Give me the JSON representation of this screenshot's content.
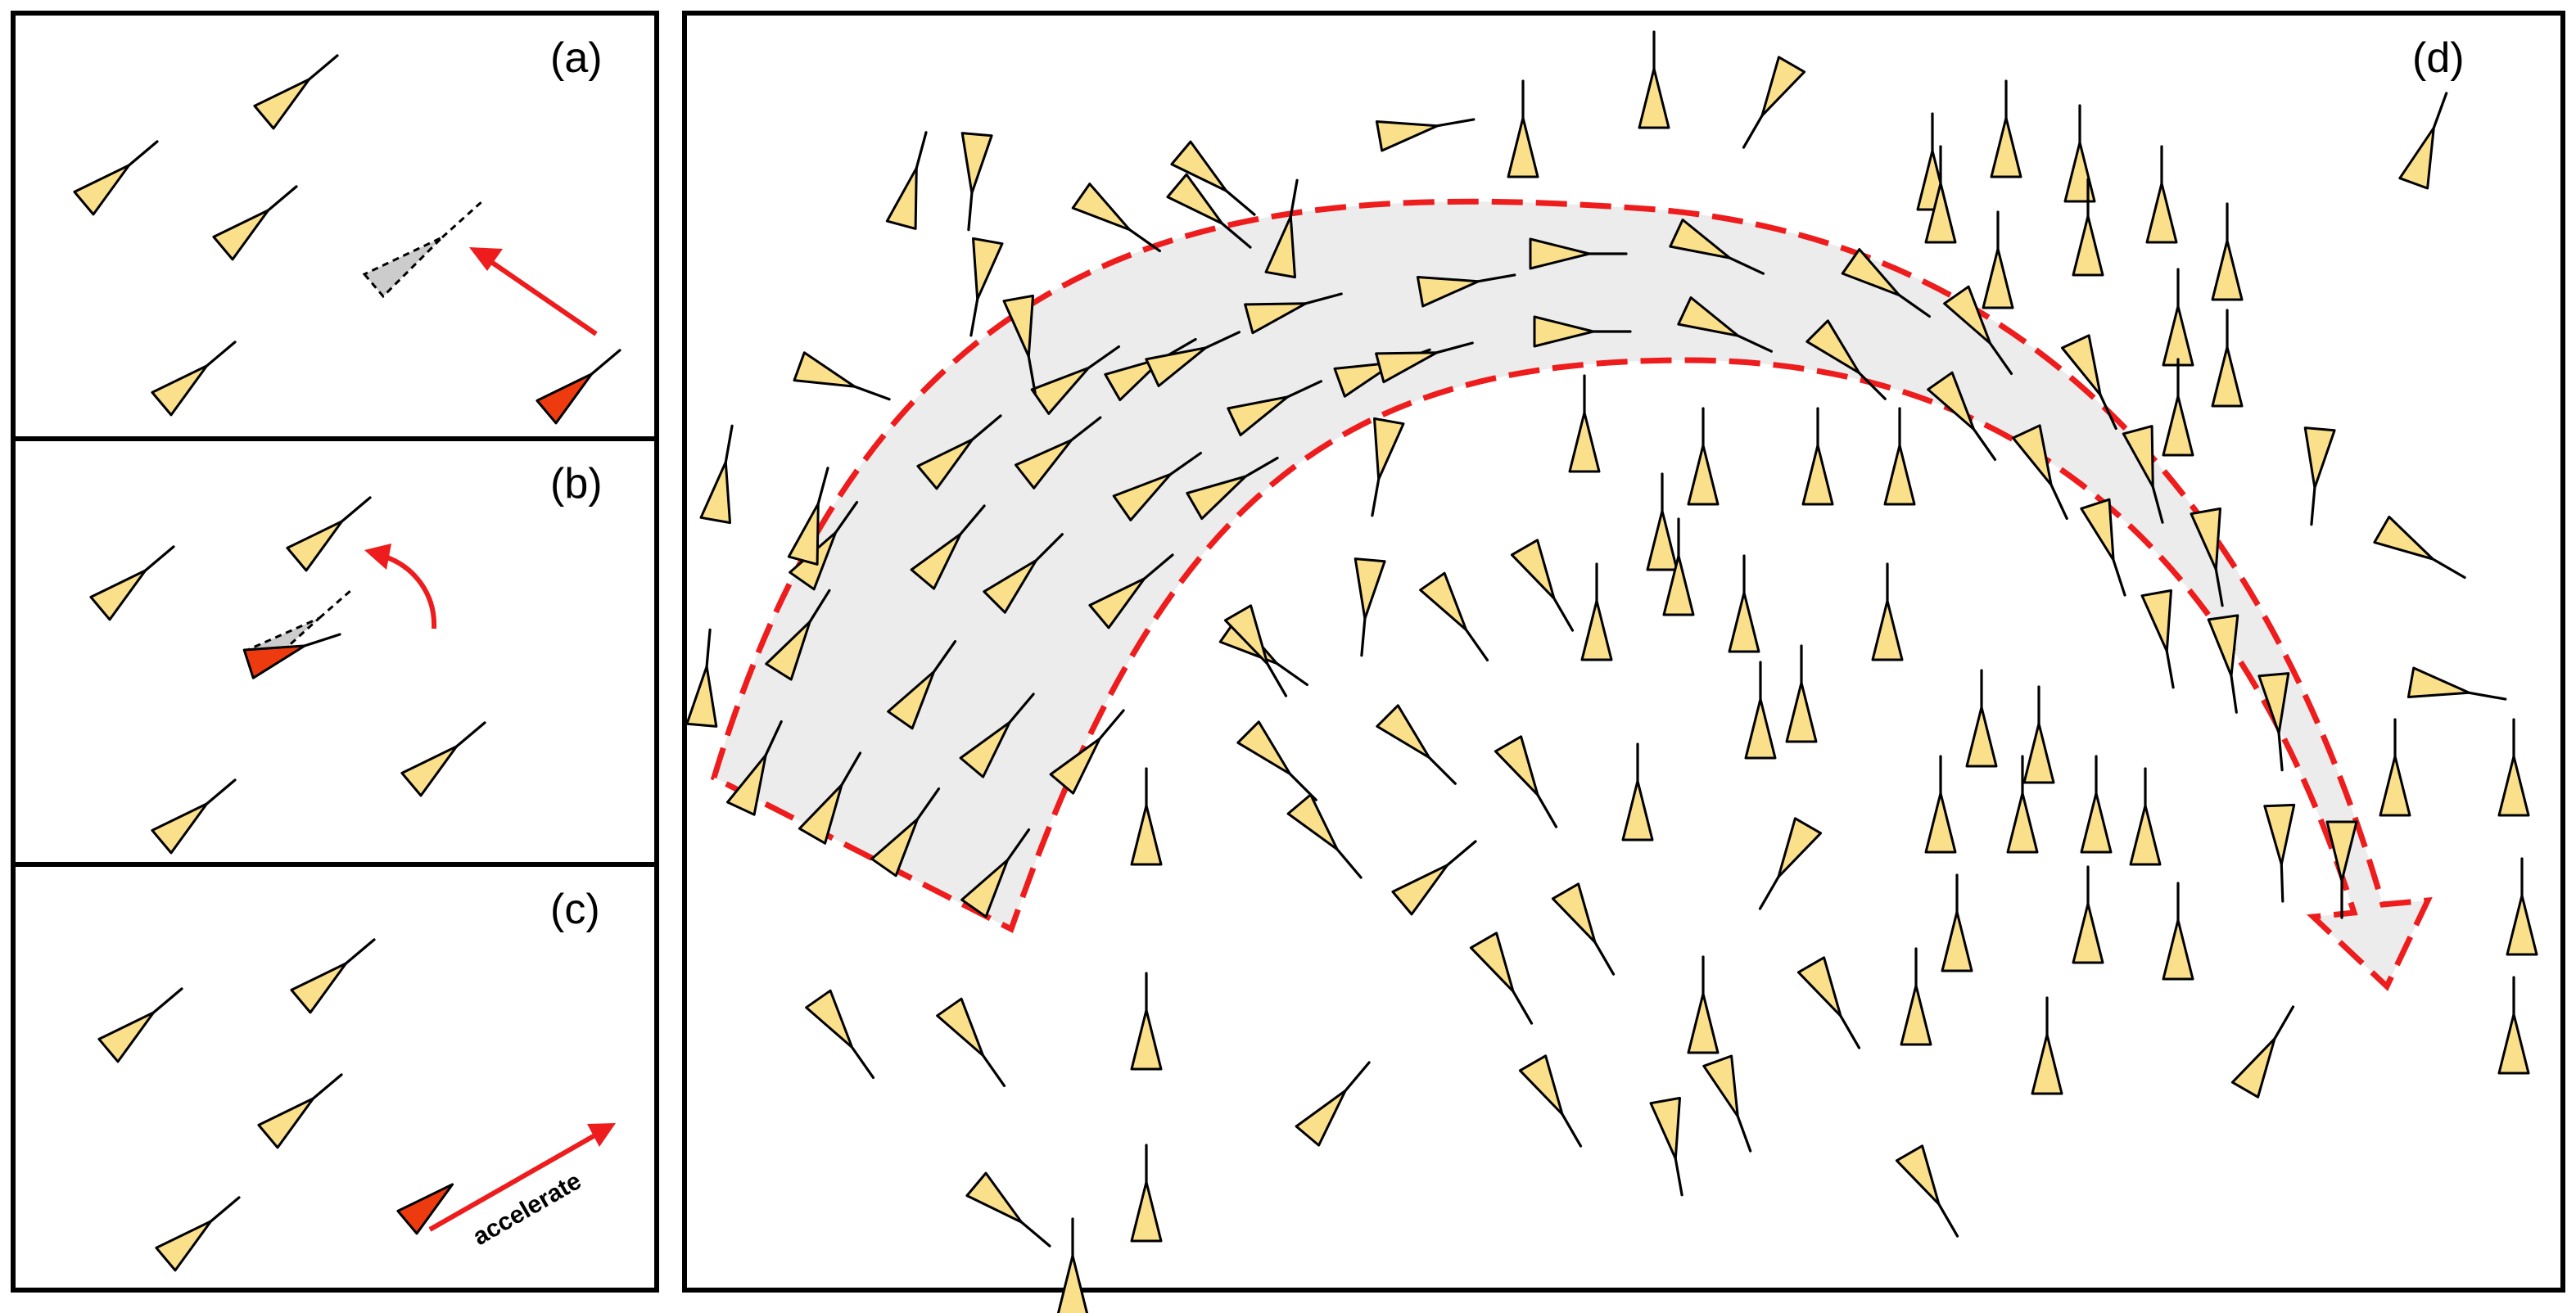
{
  "colors": {
    "agent_fill": "#fbe08c",
    "highlight_fill": "#ee3a0f",
    "ghost_fill": "#cccccc",
    "arrow": "#ee1c1c",
    "band_fill": "#ececec"
  },
  "panels": {
    "a": {
      "label": "(a)"
    },
    "b": {
      "label": "(b)"
    },
    "c": {
      "label": "(c)",
      "annotation": "accelerate"
    },
    "d": {
      "label": "(d)"
    }
  },
  "icons": {
    "agent": "tailed-triangle",
    "move_arrow": "straight-arrow",
    "turn_arrow": "curved-arrow",
    "flow_band": "curved-band-arrow"
  }
}
